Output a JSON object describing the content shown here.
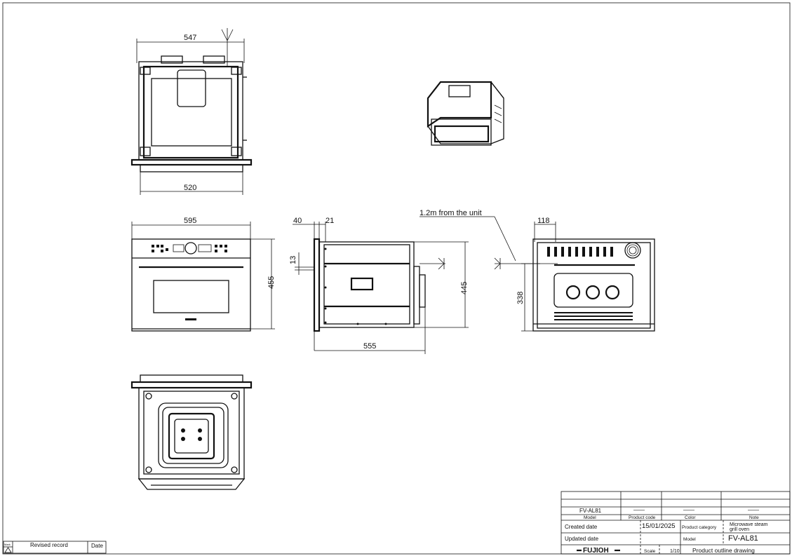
{
  "dimensions": {
    "top_width": "547",
    "top_inner_width": "520",
    "front_width": "595",
    "front_height": "455",
    "side_offset_40": "40",
    "side_offset_21": "21",
    "side_offset_13": "13",
    "side_height": "445",
    "side_depth": "555",
    "cable_note": "1.2m from the unit",
    "back_offset": "118",
    "back_height": "338"
  },
  "title_block": {
    "model_value": "FV-AL81",
    "product_code_value": "——",
    "color_value": "——",
    "note_value": "——",
    "model_label": "Model",
    "product_code_label": "Product code",
    "color_label": "Color",
    "note_label": "Note",
    "created_date_label": "Created date",
    "created_date_value": "15/01/2025",
    "product_category_label": "Product category",
    "product_category_value_line1": "Microwave steam",
    "product_category_value_line2": "grill oven",
    "updated_date_label": "Updated date",
    "model_label_2": "Model",
    "model_value_2": "FV-AL81",
    "brand": "FUJIOH",
    "scale_label": "Scale",
    "scale_value": "1/10",
    "drawing_title": "Product outline drawing"
  },
  "revision_block": {
    "mark_label": "Mark",
    "revised_record_label": "Revised record",
    "date_label": "Date"
  },
  "colors": {
    "line": "#111111",
    "background": "#ffffff"
  }
}
